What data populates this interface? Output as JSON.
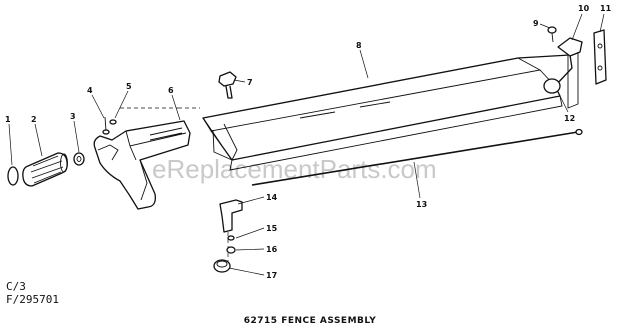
{
  "diagram": {
    "title": "62715 FENCE ASSEMBLY",
    "watermark": "eReplacementParts.com",
    "ref_codes": [
      "C/3",
      "F/295701"
    ],
    "callouts": [
      "1",
      "2",
      "3",
      "4",
      "5",
      "6",
      "7",
      "8",
      "9",
      "10",
      "11",
      "12",
      "13",
      "14",
      "15",
      "16",
      "17"
    ],
    "ink_color": "#111111",
    "watermark_color": "#c9c9c9"
  }
}
